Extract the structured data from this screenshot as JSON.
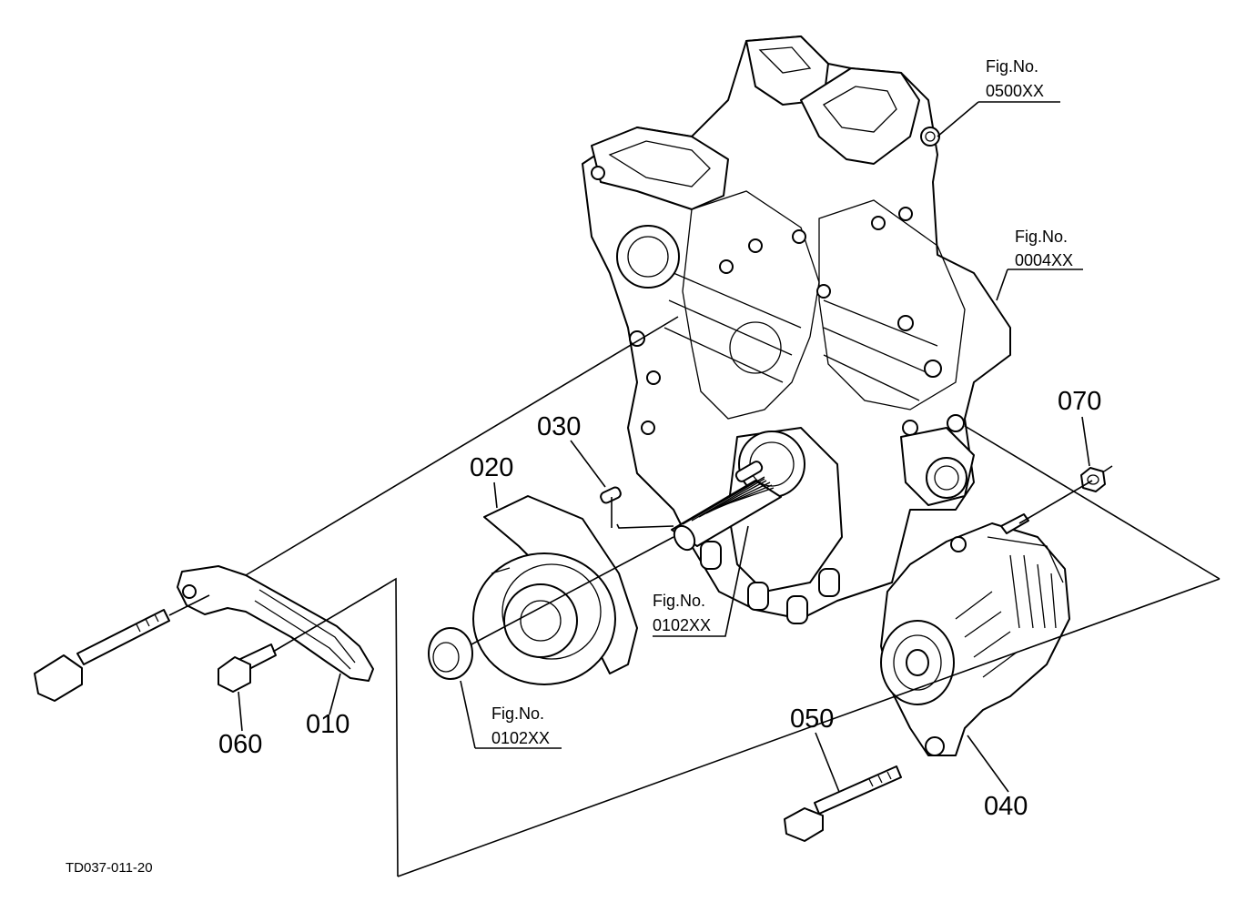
{
  "diagram": {
    "drawing_code": "TD037-011-20",
    "part_labels": [
      "010",
      "020",
      "030",
      "040",
      "050",
      "060",
      "070"
    ],
    "figure_refs": [
      {
        "prefix": "Fig.No.",
        "number": "0500XX"
      },
      {
        "prefix": "Fig.No.",
        "number": "0004XX"
      },
      {
        "prefix": "Fig.No.",
        "number": "0102XX"
      },
      {
        "prefix": "Fig.No.",
        "number": "0102XX"
      }
    ]
  }
}
